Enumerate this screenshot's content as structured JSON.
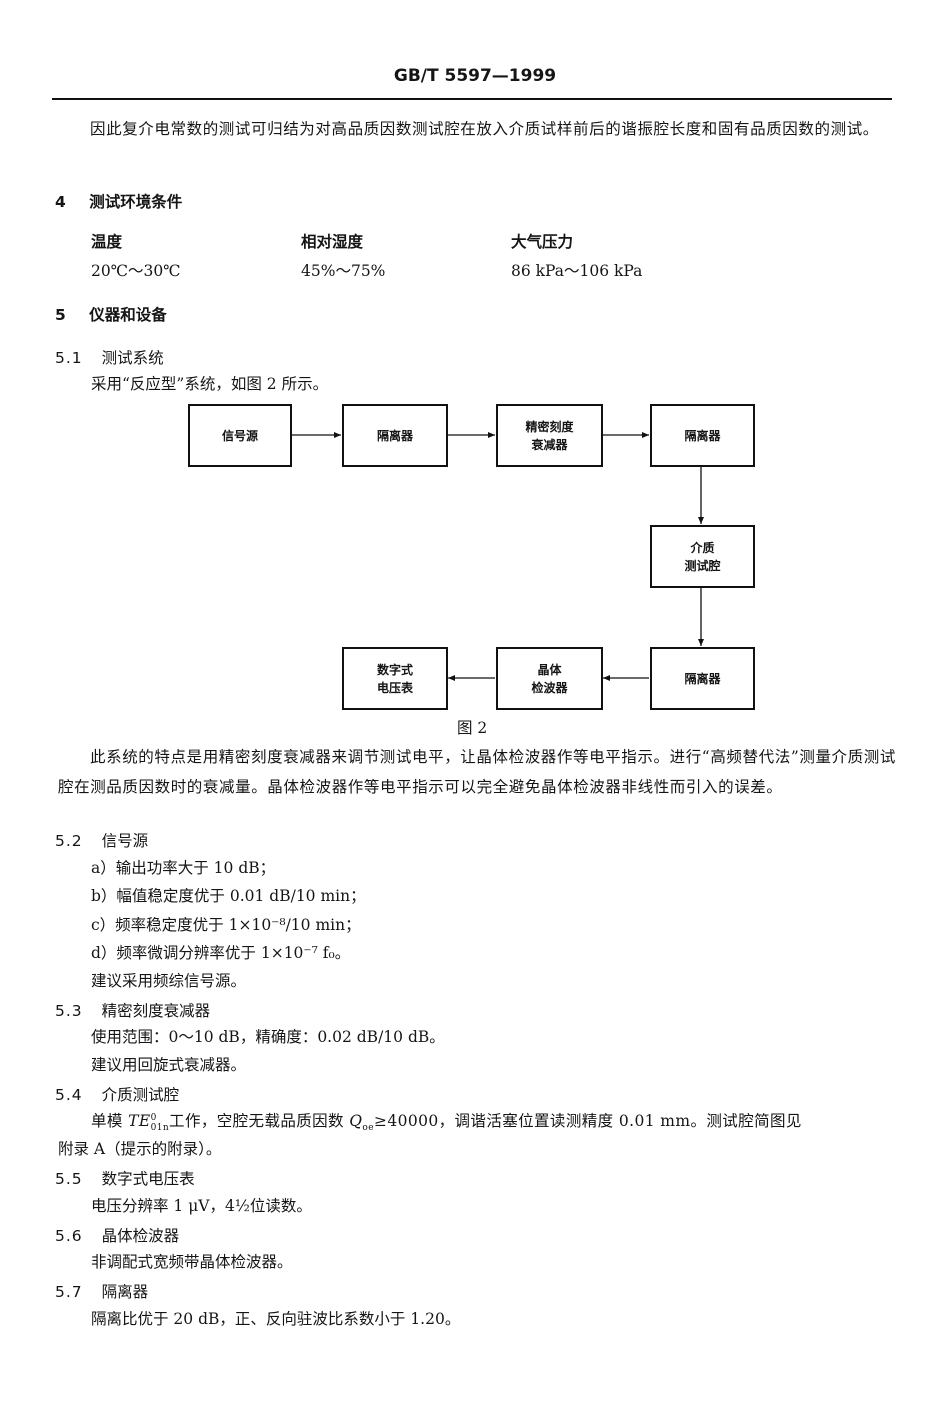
{
  "header": "GB/T 5597—1999",
  "intro": "因此复介电常数的测试可归结为对高品质因数测试腔在放入介质试样前后的谐振腔长度和固有品质因数的测试。",
  "s4": {
    "num": "4",
    "title": "测试环境条件",
    "cols": [
      {
        "label": "温度",
        "value": "20℃～30℃"
      },
      {
        "label": "相对湿度",
        "value": "45%～75%"
      },
      {
        "label": "大气压力",
        "value": "86 kPa～106 kPa"
      }
    ]
  },
  "s5": {
    "num": "5",
    "title": "仪器和设备",
    "s51": {
      "num": "5.1",
      "title": "测试系统",
      "text": "采用“反应型”系统，如图 2 所示。"
    },
    "figure": {
      "boxes": {
        "signal": "信号源",
        "iso1": "隔离器",
        "atten1": "精密刻度",
        "atten2": "衰减器",
        "iso2": "隔离器",
        "cav1": "介质",
        "cav2": "测试腔",
        "iso3": "隔离器",
        "det1": "晶体",
        "det2": "检波器",
        "volt1": "数字式",
        "volt2": "电压表"
      },
      "caption": "图 2"
    },
    "desc": "此系统的特点是用精密刻度衰减器来调节测试电平，让晶体检波器作等电平指示。进行“高频替代法”测量介质测试腔在测品质因数时的衰减量。晶体检波器作等电平指示可以完全避免晶体检波器非线性而引入的误差。",
    "s52": {
      "num": "5.2",
      "title": "信号源",
      "items": [
        "a）输出功率大于 10 dB；",
        "b）幅值稳定度优于 0.01 dB/10 min；",
        "c）频率稳定度优于 1×10⁻⁸/10 min；",
        "d）频率微调分辨率优于 1×10⁻⁷ f₀。"
      ],
      "note": "建议采用频综信号源。"
    },
    "s53": {
      "num": "5.3",
      "title": "精密刻度衰减器",
      "line1": "使用范围：0～10 dB，精确度：0.02 dB/10 dB。",
      "line2": "建议用回旋式衰减器。"
    },
    "s54": {
      "num": "5.4",
      "title": "介质测试腔",
      "line1a": "单模 ",
      "te": "TE",
      "te_sup": "0",
      "te_sub": "01n",
      "line1b": "工作，空腔无载品质因数 ",
      "q": "Q",
      "q_sub": "oe",
      "line1c": "≥40000，调谐活塞位置读测精度 0.01 mm。测试腔简图见",
      "line2": "附录 A（提示的附录）。"
    },
    "s55": {
      "num": "5.5",
      "title": "数字式电压表",
      "text": "电压分辨率 1 μV，4½位读数。"
    },
    "s56": {
      "num": "5.6",
      "title": "晶体检波器",
      "text": "非调配式宽频带晶体检波器。"
    },
    "s57": {
      "num": "5.7",
      "title": "隔离器",
      "text": "隔离比优于 20 dB，正、反向驻波比系数小于 1.20。"
    }
  }
}
